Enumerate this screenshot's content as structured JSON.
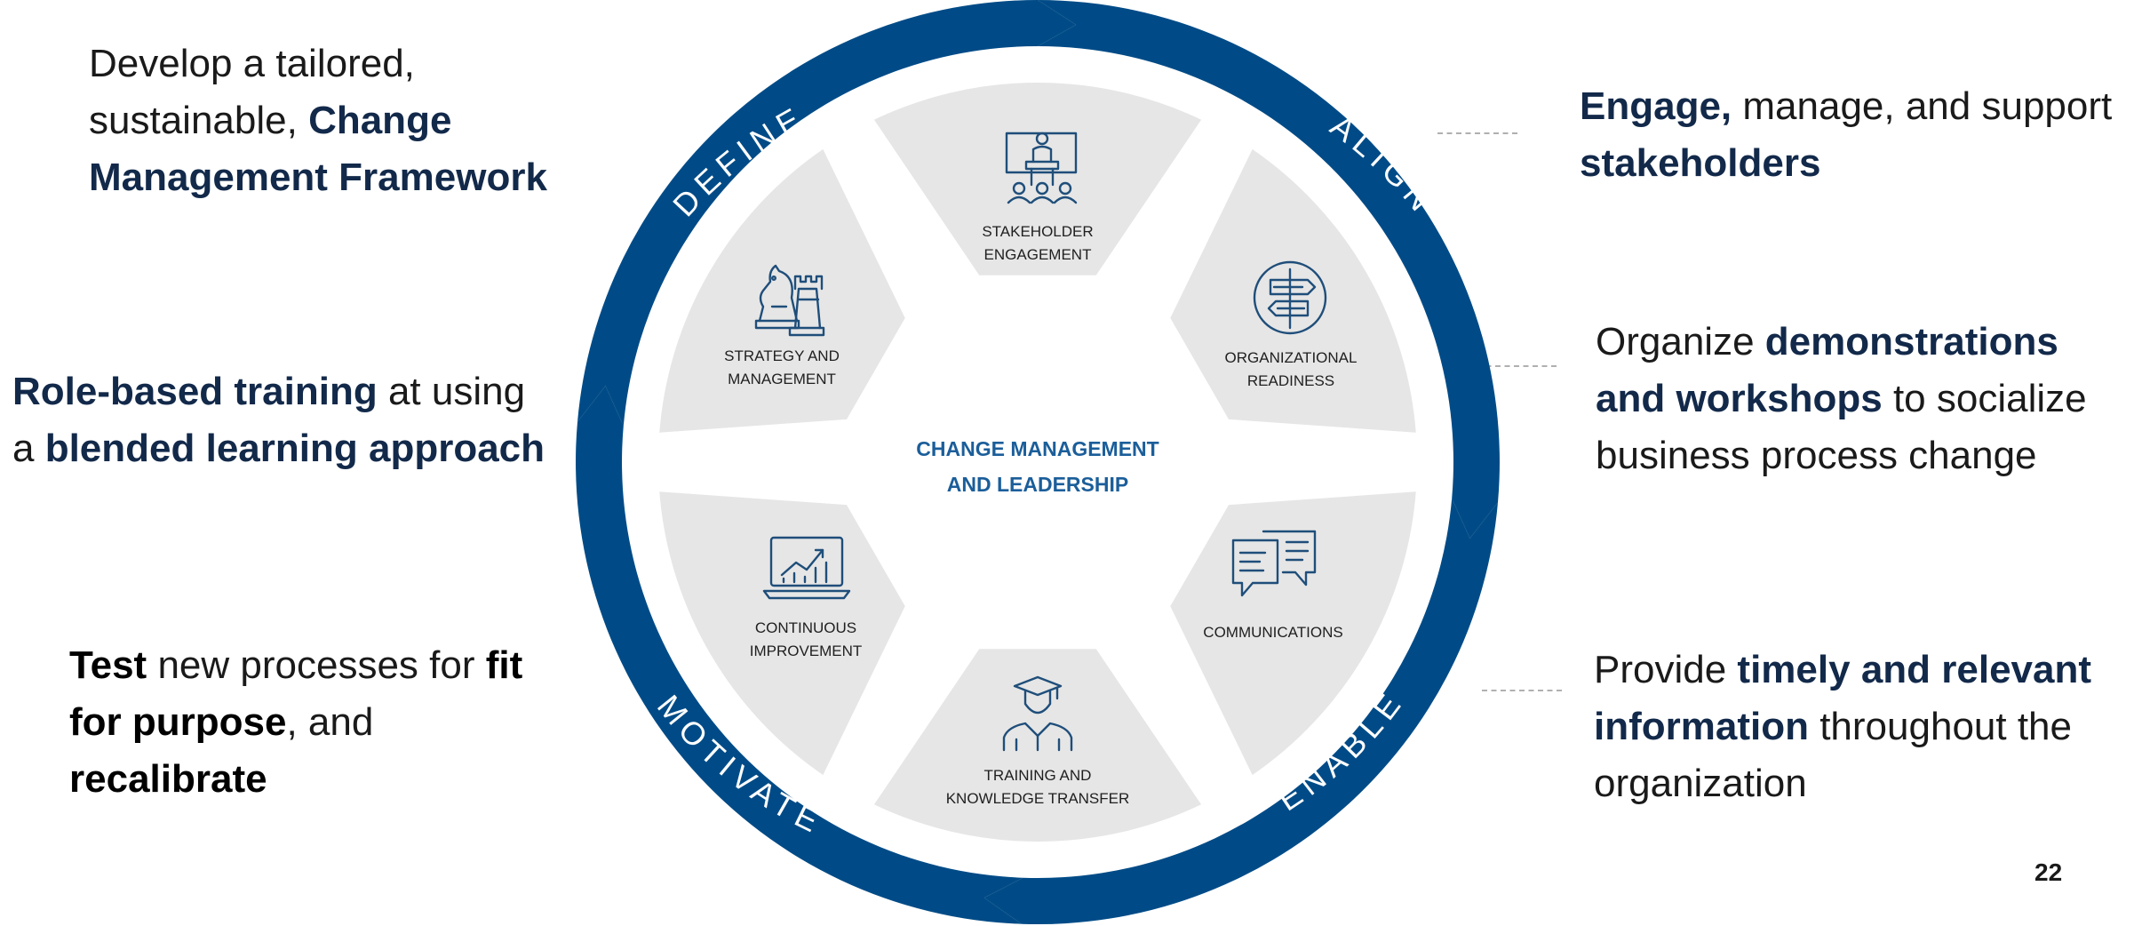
{
  "colors": {
    "ring": "#004b87",
    "segment": "#e6e6e6",
    "center_text": "#1b5e9a",
    "dark_text": "#12294a",
    "icon": "#1f4e7a"
  },
  "center": {
    "line1": "CHANGE MANAGEMENT",
    "line2": "AND LEADERSHIP"
  },
  "segments": [
    {
      "icon": "presentation-icon",
      "line1": "STAKEHOLDER",
      "line2": "ENGAGEMENT"
    },
    {
      "icon": "direction-sign-icon",
      "line1": "ORGANIZATIONAL",
      "line2": "READINESS"
    },
    {
      "icon": "chat-bubbles-icon",
      "line1": "COMMUNICATIONS",
      "line2": ""
    },
    {
      "icon": "graduate-icon",
      "line1": "TRAINING AND",
      "line2": "KNOWLEDGE TRANSFER"
    },
    {
      "icon": "laptop-chart-icon",
      "line1": "CONTINUOUS",
      "line2": "IMPROVEMENT"
    },
    {
      "icon": "chess-icon",
      "line1": "STRATEGY AND",
      "line2": "MANAGEMENT"
    }
  ],
  "phases": [
    "DEFINE",
    "ALIGN",
    "ENABLE",
    "MOTIVATE"
  ],
  "left_notes": {
    "define": {
      "t1": "Develop a tailored,",
      "t2": "sustainable, ",
      "k1": "Change",
      "k2": "Management Framework"
    },
    "training": {
      "k1": "Role-based training",
      "t1": " at using",
      "t2": "a ",
      "k2": "blended learning approach"
    },
    "test": {
      "k1": "Test",
      "t1": " new processes for ",
      "k2": "fit",
      "k3": "for purpose",
      "t2": ", and",
      "k4": "recalibrate"
    }
  },
  "right_notes": {
    "engage": {
      "k1": "Engage,",
      "t1": " manage, and support",
      "k2": "stakeholders"
    },
    "organize": {
      "t1": "Organize ",
      "k1": "demonstrations",
      "k2": "and workshops",
      "t2": " to socialize",
      "t3": "business process change"
    },
    "provide": {
      "t1": "Provide ",
      "k1": "timely and relevant",
      "k2": "information",
      "t2": " throughout the",
      "t3": "organization"
    }
  },
  "page_number": "22"
}
